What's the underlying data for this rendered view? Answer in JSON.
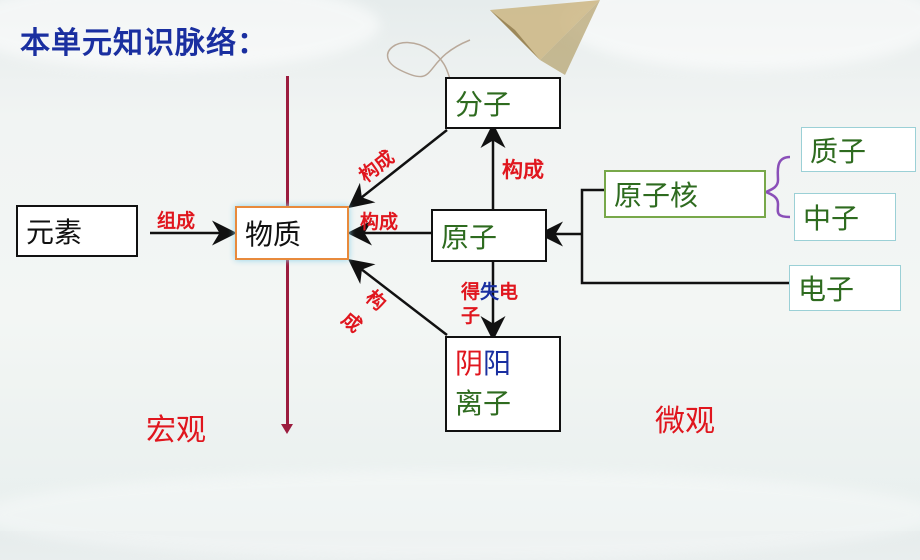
{
  "title": "本单元知识脉络：",
  "nodes": {
    "yuansu": "元素",
    "wuzhi": "物质",
    "fenzi": "分子",
    "yuanzi": "原子",
    "yinyang_line1_a": "阴",
    "yinyang_line1_b": "阳",
    "yinyang_line2": "离子",
    "yuanzihe": "原子核",
    "zhizi": "质子",
    "zhongzi": "中子",
    "dianzi": "电子"
  },
  "edge_labels": {
    "zucheng": "组成",
    "goucheng_mid": "构成",
    "goucheng_top": "构成",
    "goucheng_vertical": "构成",
    "goucheng_bottom_a": "构",
    "goucheng_bottom_b": "成",
    "deshi_1": "得",
    "deshi_2": "失",
    "deshi_3": "电",
    "deshi_4": "子"
  },
  "regions": {
    "macro": "宏观",
    "micro": "微观"
  },
  "colors": {
    "title": "#1a2fa0",
    "label_red": "#e0161e",
    "blue": "#1a2fa0",
    "green_text": "#2e6b1f",
    "axis_line": "#9b1c3e",
    "wuzhi_border": "#e88a3c"
  }
}
